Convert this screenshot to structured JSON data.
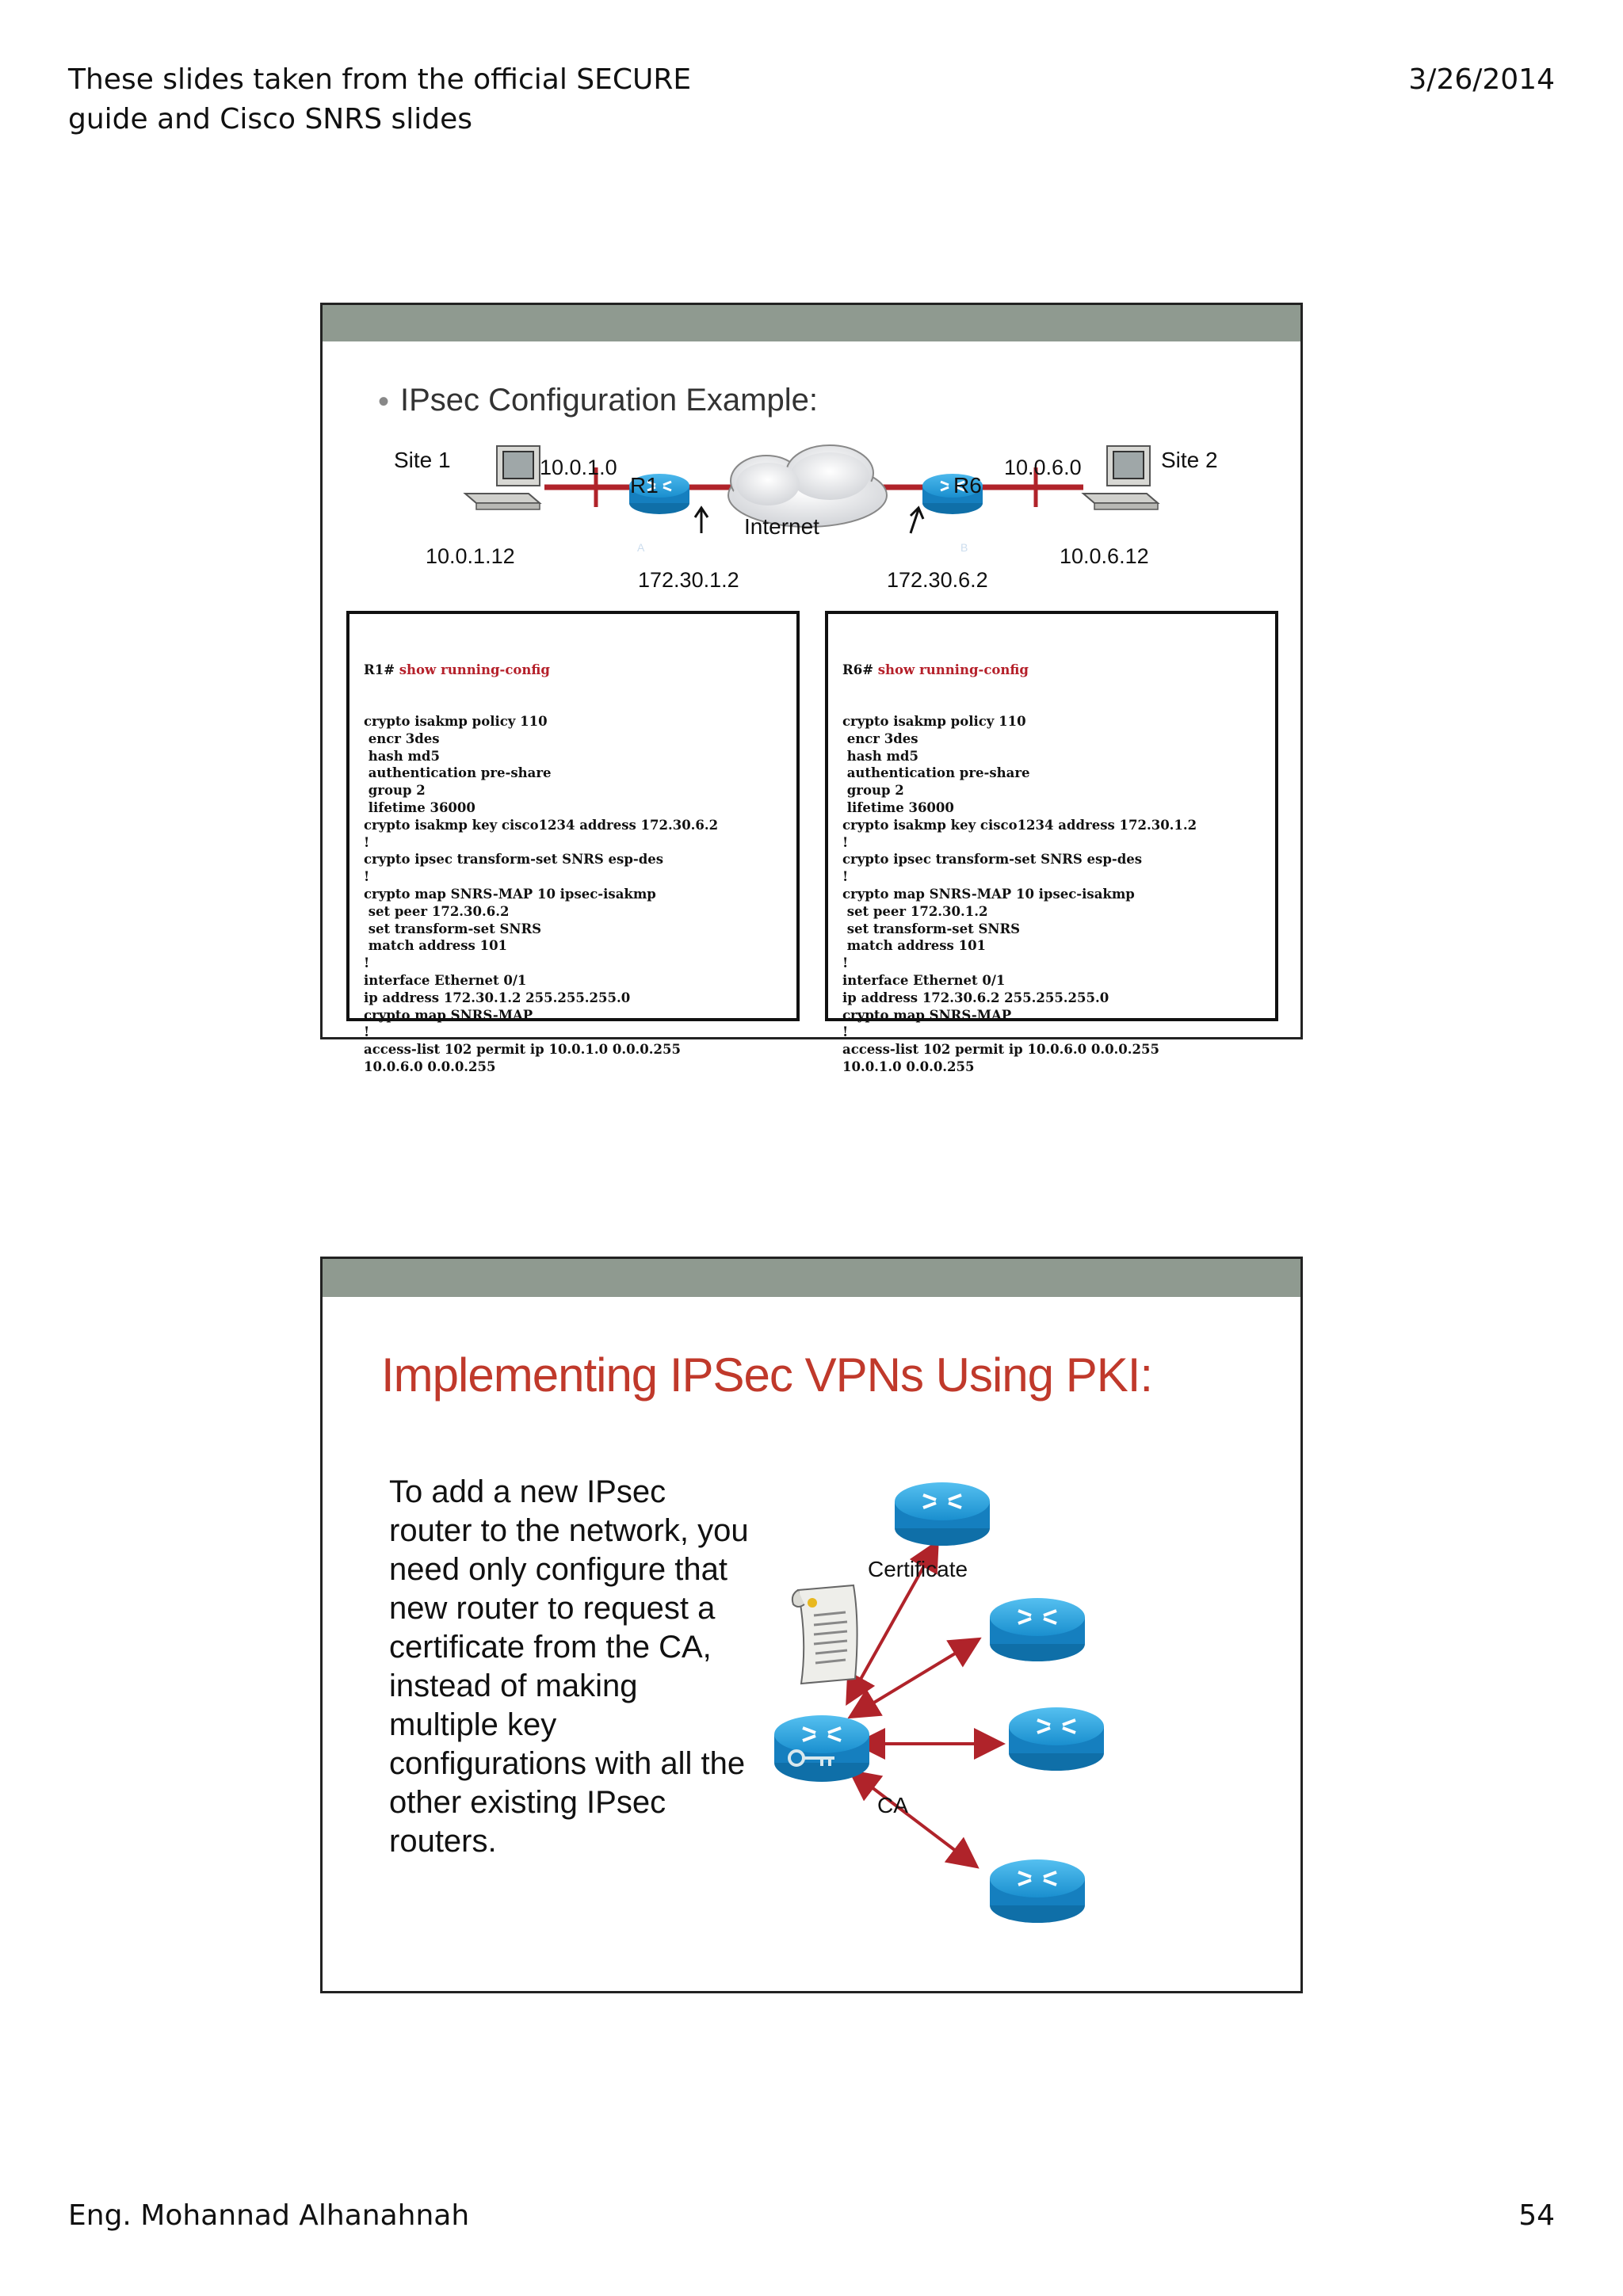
{
  "header": {
    "left_line1": "These slides taken from the official SECURE",
    "left_line2": "guide and Cisco SNRS slides",
    "date": "3/26/2014"
  },
  "footer": {
    "author": "Eng. Mohannad Alhanahnah",
    "page": "54"
  },
  "slide1": {
    "bullet": "•",
    "title": "IPsec Configuration Example:",
    "diagram": {
      "site1": "Site 1",
      "site2": "Site 2",
      "net1": "10.0.1.0",
      "net6": "10.0.6.0",
      "r1": "R1",
      "r6": "R6",
      "host1": "10.0.1.12",
      "host6": "10.0.6.12",
      "r1_ext": "172.30.1.2",
      "r6_ext": "172.30.6.2",
      "internet": "Internet",
      "r1_badge": "A",
      "r6_badge": "B"
    },
    "config_r1": {
      "prompt": "R1# ",
      "command": "show running-config",
      "lines": [
        "crypto isakmp policy 110",
        " encr 3des",
        " hash md5",
        " authentication pre-share",
        " group 2",
        " lifetime 36000",
        "crypto isakmp key cisco1234 address 172.30.6.2",
        "!",
        "crypto ipsec transform-set SNRS esp-des",
        "!",
        "crypto map SNRS-MAP 10 ipsec-isakmp",
        " set peer 172.30.6.2",
        " set transform-set SNRS",
        " match address 101",
        "!",
        "interface Ethernet 0/1",
        "ip address 172.30.1.2 255.255.255.0",
        "crypto map SNRS-MAP",
        "!",
        "access-list 102 permit ip 10.0.1.0 0.0.0.255",
        "10.0.6.0 0.0.0.255"
      ]
    },
    "config_r6": {
      "prompt": "R6# ",
      "command": "show running-config",
      "lines": [
        "crypto isakmp policy 110",
        " encr 3des",
        " hash md5",
        " authentication pre-share",
        " group 2",
        " lifetime 36000",
        "crypto isakmp key cisco1234 address 172.30.1.2",
        "!",
        "crypto ipsec transform-set SNRS esp-des",
        "!",
        "crypto map SNRS-MAP 10 ipsec-isakmp",
        " set peer 172.30.1.2",
        " set transform-set SNRS",
        " match address 101",
        "!",
        "interface Ethernet 0/1",
        "ip address 172.30.6.2 255.255.255.0",
        "crypto map SNRS-MAP",
        "!",
        "access-list 102 permit ip 10.0.6.0 0.0.0.255",
        "10.0.1.0 0.0.0.255"
      ]
    }
  },
  "slide2": {
    "title": "Implementing IPSec VPNs Using PKI:",
    "body_lines": [
      "To add a new IPsec",
      "router to the network, you",
      "need only configure that",
      "new router to request a",
      "certificate from the CA,",
      "instead of making",
      "multiple key",
      "configurations with all the",
      "other existing IPsec",
      "routers."
    ],
    "certificate_label": "Certificate",
    "ca_label": "CA"
  },
  "colors": {
    "slide_bar": "#8f9a90",
    "title_red": "#c0392b",
    "link_red": "#b0232a",
    "router_blue": "#1a8fcf"
  }
}
